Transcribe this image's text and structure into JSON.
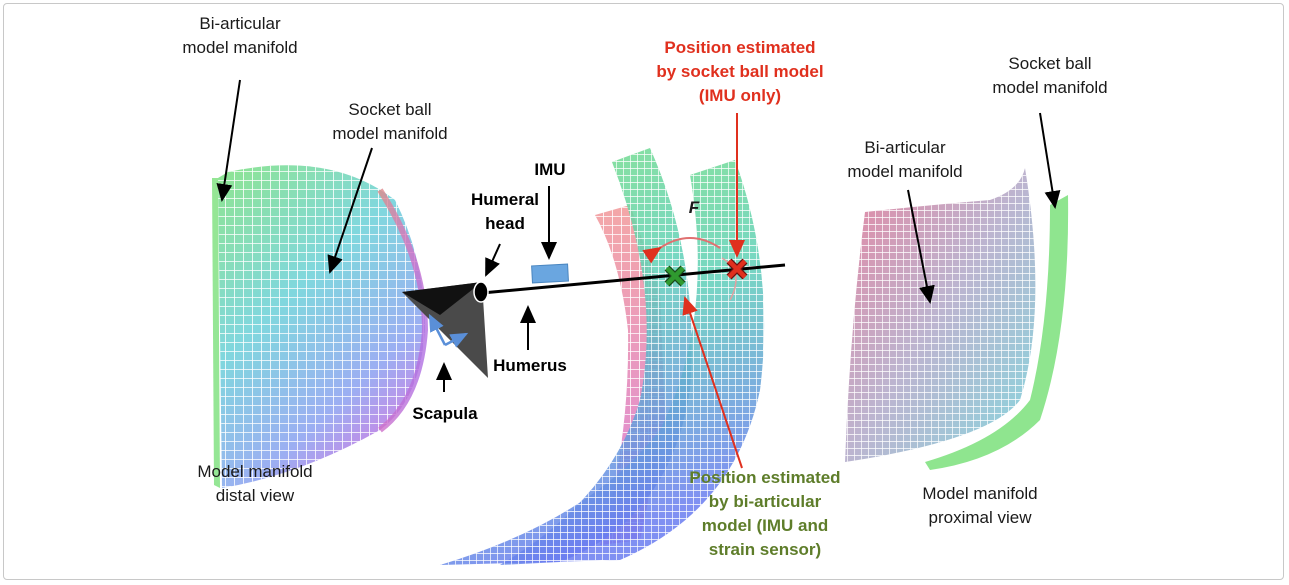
{
  "labels": {
    "left_biarticular": [
      "Bi-articular",
      "model manifold"
    ],
    "left_socket": [
      "Socket ball",
      "model manifold"
    ],
    "left_view": [
      "Model manifold",
      "distal view"
    ],
    "imu": "IMU",
    "humeral_head": [
      "Humeral",
      "head"
    ],
    "humerus": "Humerus",
    "scapula": "Scapula",
    "force": "F",
    "socket_estimate": [
      "Position estimated",
      "by socket ball model",
      "(IMU only)"
    ],
    "biarticular_estimate": [
      "Position estimated",
      "by bi-articular",
      "model (IMU and",
      "strain sensor)"
    ],
    "right_socket": [
      "Socket ball",
      "model manifold"
    ],
    "right_biarticular": [
      "Bi-articular",
      "model manifold"
    ],
    "right_view": [
      "Model manifold",
      "proximal view"
    ]
  },
  "colors": {
    "socket_marker": "#e0301e",
    "biarticular_marker": "#2f9a2f",
    "socket_text": "#e0301e",
    "biarticular_text": "#5e7d2a",
    "imu_box": "#6aa6e0"
  }
}
